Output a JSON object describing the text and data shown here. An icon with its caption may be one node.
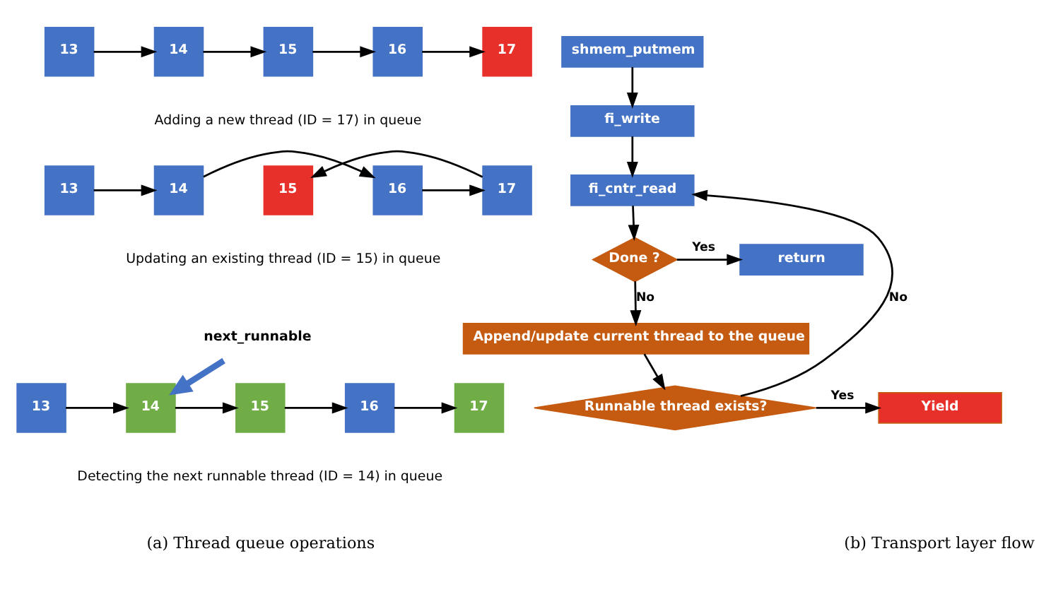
{
  "diagram": {
    "nodes": [
      {
        "text": [
          "13"
        ]
      },
      {
        "text": [
          "14"
        ]
      },
      {
        "text": [
          "15"
        ]
      },
      {
        "text": [
          "16"
        ]
      },
      {
        "text": [
          "17"
        ]
      },
      {
        "text": [
          "13"
        ]
      },
      {
        "text": [
          "14"
        ]
      },
      {
        "text": [
          "15"
        ]
      },
      {
        "text": [
          "16"
        ]
      },
      {
        "text": [
          "17"
        ]
      },
      {
        "text": [
          "next_runnable"
        ]
      },
      {
        "text": [
          "13"
        ]
      },
      {
        "text": [
          "14"
        ]
      },
      {
        "text": [
          "15"
        ]
      },
      {
        "text": [
          "16"
        ]
      },
      {
        "text": [
          "17"
        ]
      },
      {
        "text": [
          "shmem_putmem"
        ]
      },
      {
        "text": [
          "fi_write"
        ]
      },
      {
        "text": [
          "fi_cntr_read"
        ]
      },
      {
        "text": [
          "Done ?"
        ]
      },
      {
        "text": [
          "return"
        ]
      },
      {
        "text": [
          "Append/update current thread to the queue"
        ]
      },
      {
        "text": [
          "Runnable thread exists?"
        ]
      },
      {
        "text": [
          "Yield"
        ]
      }
    ],
    "edges": [
      {
        "from": 0,
        "to": 1,
        "arrow": "to"
      },
      {
        "from": 1,
        "to": 2,
        "arrow": "to"
      },
      {
        "from": 2,
        "to": 3,
        "arrow": "to"
      },
      {
        "from": 3,
        "to": 4,
        "arrow": "to"
      },
      {
        "from": 5,
        "to": 6,
        "arrow": "to"
      },
      {
        "from": 6,
        "to": 8,
        "arrow": "to"
      },
      {
        "from": 8,
        "to": 9,
        "arrow": "to"
      },
      {
        "from": 9,
        "to": 7,
        "arrow": "to"
      },
      {
        "from": 10,
        "to": 12,
        "arrow": "to",
        "style": "thick",
        "color": "#4472c4"
      },
      {
        "from": 11,
        "to": 12,
        "arrow": "to"
      },
      {
        "from": 12,
        "to": 13,
        "arrow": "to"
      },
      {
        "from": 13,
        "to": 14,
        "arrow": "to"
      },
      {
        "from": 14,
        "to": 15,
        "arrow": "to"
      },
      {
        "from": 16,
        "to": 17,
        "arrow": "to"
      },
      {
        "from": 17,
        "to": 18,
        "arrow": "to"
      },
      {
        "from": 18,
        "to": 19,
        "arrow": "to"
      },
      {
        "from": 19,
        "to": 20,
        "arrow": "to",
        "label": "Yes"
      },
      {
        "from": 19,
        "to": 21,
        "arrow": "to",
        "label": "No"
      },
      {
        "from": 21,
        "to": 22,
        "arrow": "to"
      },
      {
        "from": 22,
        "to": 23,
        "arrow": "to",
        "label": "Yes"
      },
      {
        "from": 22,
        "to": 18,
        "arrow": "to",
        "label": "No"
      }
    ],
    "labels": [
      "Adding a new thread (ID = 17) in queue",
      "Updating an existing thread (ID = 15) in queue",
      "Detecting the next runnable thread (ID = 14) in queue",
      "(a) Thread queue operations",
      "(b) Transport layer flow"
    ]
  }
}
